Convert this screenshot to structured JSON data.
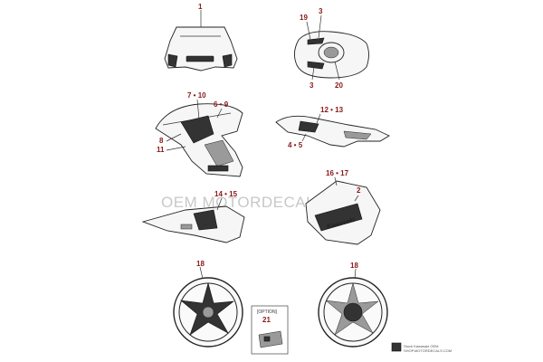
{
  "callouts": {
    "c1": "1",
    "c19": "19",
    "c3a": "3",
    "c3b": "3",
    "c20": "20",
    "c7_10": "7 • 10",
    "c6_9": "6 • 9",
    "c8": "8",
    "c11": "11",
    "c12_13": "12 • 13",
    "c4_5": "4 • 5",
    "c14_15": "14 • 15",
    "c16_17": "16 • 17",
    "c2": "2",
    "c18a": "18",
    "c18b": "18",
    "c21": "21"
  },
  "option_label": "[OPTION]",
  "watermark": "OEM MOTORDECALS",
  "footer_brand": "Stock Kawasaki OEM",
  "footer_small": "SHOP.MOTORDECALS.COM"
}
